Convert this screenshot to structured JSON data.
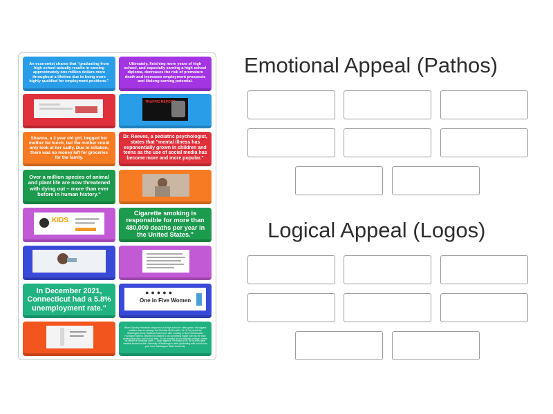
{
  "colors": {
    "blue": "#2a9de8",
    "purple": "#a435e3",
    "red": "#e0303b",
    "orange": "#f77b22",
    "green": "#1c9a4d",
    "violet": "#c25ad6",
    "navy": "#3a4ad8",
    "teal": "#20b280"
  },
  "cards": [
    {
      "text": "An economist shares that \"graduating from high school actually results in earning approximately one million dollars more throughout a lifetime due to being more highly qualified for employment positions.\""
    },
    {
      "text": "Ultimately, finishing more years of high school, and especially earning a high school diploma, decreases the risk of premature death and increases employment prospects and lifelong earning potential."
    },
    {
      "image": "ad-image",
      "caption": ""
    },
    {
      "image": "traffic-report-image",
      "caption": "TRAFFIC REPORT"
    },
    {
      "text": "Shawna, a 3 year old girl, begged her mother for lunch, but the mother could only look at her sadly. Due to inflation, there was no money left for groceries for the family."
    },
    {
      "text": "Dr. Reeves, a pediatric psychologist, states that \"mental illness has exponentially grown in children and teens as the use of social media has become more and more popular.\""
    },
    {
      "text": "Over a million species of animal and plant life are now threatened with dying out – more than ever before in human history.\""
    },
    {
      "image": "child-photo-image",
      "caption": ""
    },
    {
      "image": "kids-ad-image",
      "caption": "KIDS"
    },
    {
      "text": "Cigarette smoking is responsible for more than 480,000 deaths per year in the United States.\""
    },
    {
      "image": "inhaler-photo-image",
      "caption": ""
    },
    {
      "image": "text-image",
      "caption": ""
    },
    {
      "text": "In December 2021, Connecticut had a 5.8% unemployment rate.\""
    },
    {
      "image": "one-in-five-women-image",
      "caption": "One in Five Women"
    },
    {
      "image": "cigarette-foot-image",
      "caption": ""
    },
    {
      "text": "When Dorothy Hendricks dropped out of high school in ninth grade, his biggest ambition was to manage the Meridian McDonald's. At 18, he joined the Washington Army National Guard and, after working in New Orleans after Hurricane Katrina, decided he wanted to do something bigger with his life than serving Big Macs and French fries. So he enrolled at a community college, where he started in remedial math — basic algebra. Yet today at 25, he is a first-year medical student at the University of Washington, after graduating with honors last year from Washington State University."
    }
  ],
  "headings": {
    "pathos": "Emotional Appeal (Pathos)",
    "logos": "Logical Appeal (Logos)"
  }
}
